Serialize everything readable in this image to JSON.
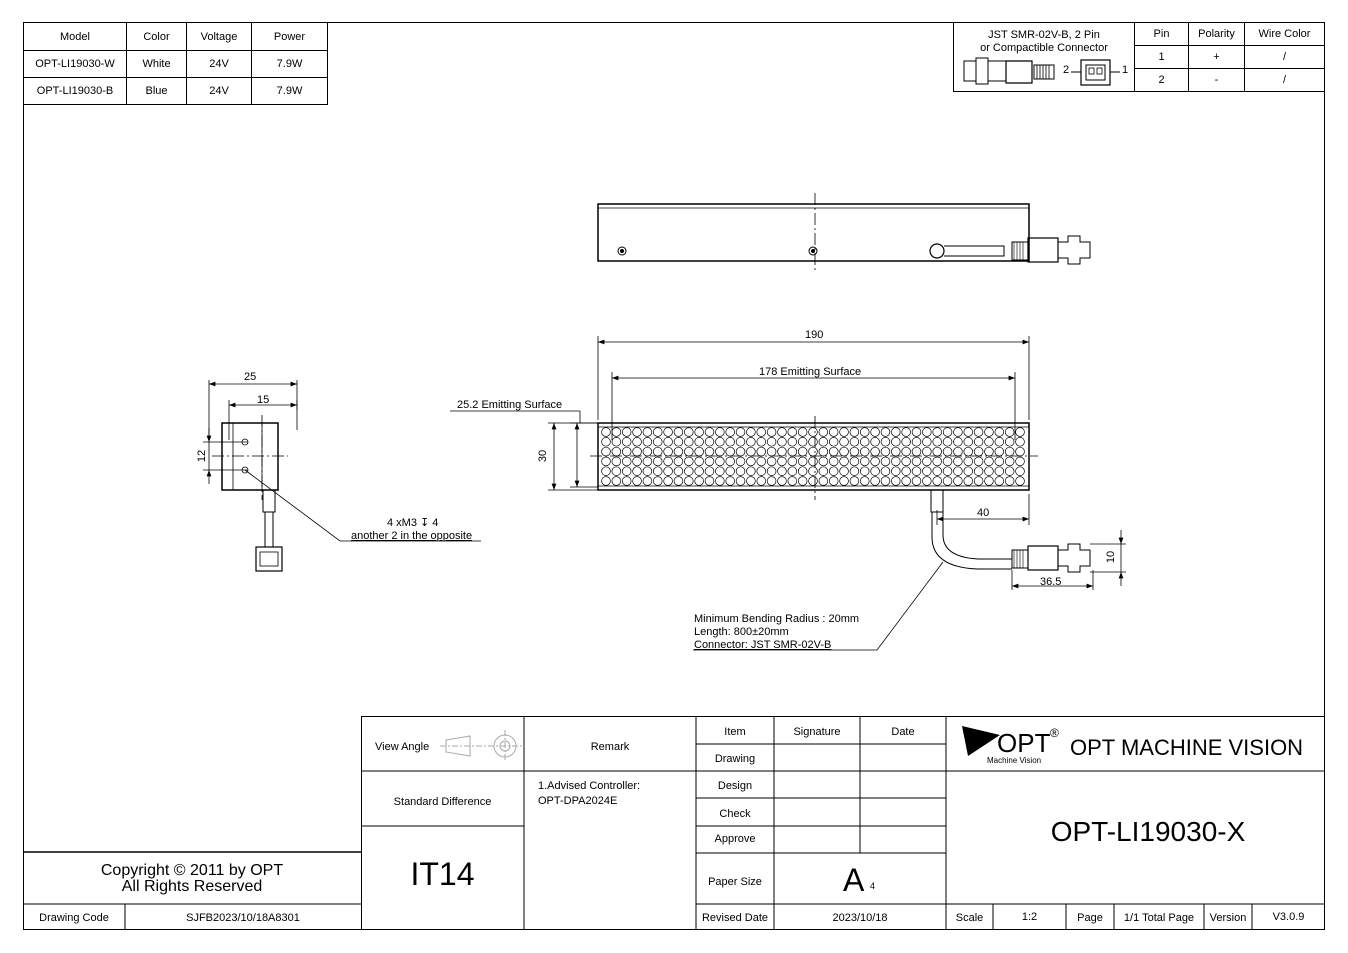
{
  "spec_table": {
    "headers": [
      "Model",
      "Color",
      "Voltage",
      "Power"
    ],
    "rows": [
      [
        "OPT-LI19030-W",
        "White",
        "24V",
        "7.9W"
      ],
      [
        "OPT-LI19030-B",
        "Blue",
        "24V",
        "7.9W"
      ]
    ]
  },
  "connector": {
    "title_line1": "JST SMR-02V-B, 2 Pin",
    "title_line2": "or Compactible Connector",
    "pin_label_2": "2",
    "pin_label_1": "1",
    "headers": [
      "Pin",
      "Polarity",
      "Wire Color"
    ],
    "rows": [
      [
        "1",
        "+",
        "/"
      ],
      [
        "2",
        "-",
        "/"
      ]
    ]
  },
  "dimensions": {
    "width_190": "190",
    "emitting_178": "178 Emitting Surface",
    "emitting_25_2": "25.2 Emitting Surface",
    "height_30": "30",
    "cable_40": "40",
    "connector_36_5": "36.5",
    "connector_10": "10",
    "side_25": "25",
    "side_15": "15",
    "side_12": "12"
  },
  "notes": {
    "screw_line1": "4 xM3 ↧ 4",
    "screw_line2": "another 2 in the opposite",
    "cable_line1": "Minimum Bending Radius : 20mm",
    "cable_line2": "Length: 800±20mm",
    "cable_line3": "Connector: JST SMR-02V-B"
  },
  "title_block": {
    "view_angle": "View Angle",
    "remark": "Remark",
    "item": "Item",
    "signature": "Signature",
    "date": "Date",
    "drawing": "Drawing",
    "design": "Design",
    "check": "Check",
    "approve": "Approve",
    "standard_difference": "Standard Difference",
    "tolerance": "IT14",
    "remark_line1": "1.Advised Controller:",
    "remark_line2": "OPT-DPA2024E",
    "paper_size_label": "Paper Size",
    "paper_size_value": "A",
    "paper_size_sub": "4",
    "revised_date_label": "Revised Date",
    "revised_date_value": "2023/10/18",
    "logo_text": "OPT",
    "logo_reg": "®",
    "logo_sub": "Machine Vision",
    "company": "OPT MACHINE VISION",
    "part_number": "OPT-LI19030-X",
    "scale_label": "Scale",
    "scale_value": "1:2",
    "page_label": "Page",
    "page_value": "1/1 Total Page",
    "version_label": "Version",
    "version_value": "V3.0.9",
    "copyright_line1": "Copyright © 2011 by OPT",
    "copyright_line2": "All Rights Reserved",
    "drawing_code_label": "Drawing Code",
    "drawing_code_value": "SJFB2023/10/18A8301"
  }
}
